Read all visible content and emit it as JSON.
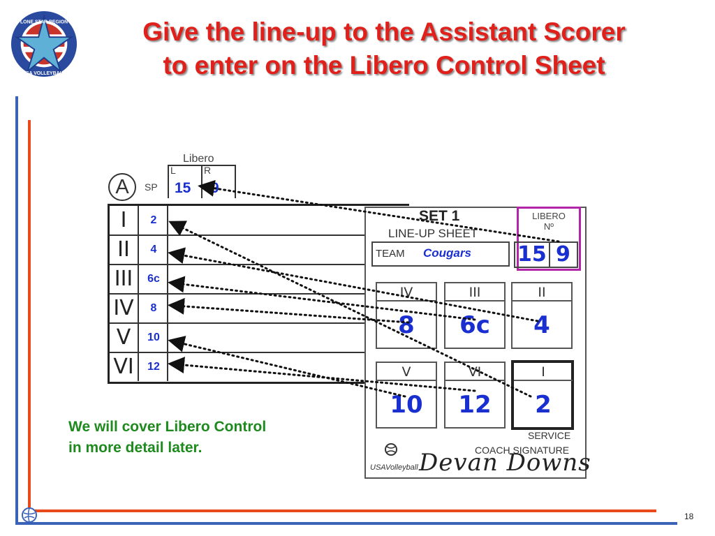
{
  "logo": {
    "top_text": "LONE STAR REGION",
    "bottom_text": "USA VOLLEYBALL"
  },
  "title": {
    "line1": "Give the line-up to the Assistant Scorer",
    "line2": "to enter on the Libero Control Sheet"
  },
  "left_sheet": {
    "team_letter": "A",
    "sp_label": "SP",
    "libero_label": "Libero",
    "l_label": "L",
    "r_label": "R",
    "libero_l": "15",
    "libero_r": "9",
    "rows": [
      {
        "roman": "I",
        "player": "2"
      },
      {
        "roman": "II",
        "player": "4"
      },
      {
        "roman": "III",
        "player": "6c"
      },
      {
        "roman": "IV",
        "player": "8"
      },
      {
        "roman": "V",
        "player": "10"
      },
      {
        "roman": "VI",
        "player": "12"
      }
    ]
  },
  "right_sheet": {
    "set_title": "SET 1",
    "lineup_label": "LINE-UP SHEET",
    "team_label": "TEAM",
    "team_name": "Cougars",
    "libero_label": "LIBERO",
    "libero_no_label": "Nº",
    "libero_1": "15",
    "libero_2": "9",
    "positions": [
      {
        "roman": "IV",
        "player": "8"
      },
      {
        "roman": "III",
        "player": "6c"
      },
      {
        "roman": "II",
        "player": "4"
      },
      {
        "roman": "V",
        "player": "10"
      },
      {
        "roman": "VI",
        "player": "12"
      },
      {
        "roman": "I",
        "player": "2"
      }
    ],
    "service_label": "SERVICE",
    "coach_label": "COACH SIGNATURE",
    "signature": "Devan Downs",
    "brand": "USAVolleyball"
  },
  "note": {
    "line1": "We will cover Libero Control",
    "line2": "in more detail later."
  },
  "page_number": "18",
  "colors": {
    "title": "#e0201b",
    "value_blue": "#1a2fd0",
    "note_green": "#1e8a1e",
    "frame_red": "#e84a1c",
    "frame_blue": "#3a63b8",
    "libero_box": "#b224a8"
  }
}
